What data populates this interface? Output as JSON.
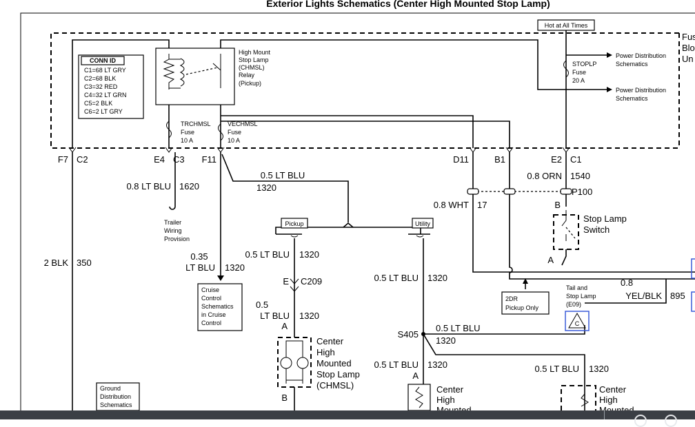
{
  "title": "Exterior Lights Schematics (Center High Mounted Stop Lamp)",
  "hot_label": "Hot at All Times",
  "fuse_block_partial": [
    "Fus",
    "Blo",
    "Un"
  ],
  "conn_id": {
    "header": "CONN ID",
    "rows": [
      "C1=68 LT GRY",
      "C2=68 BLK",
      "C3=32 RED",
      "C4=32 LT GRN",
      "C5=2 BLK",
      "C6=2 LT GRY"
    ]
  },
  "relay_label": [
    "High Mount",
    "Stop Lamp",
    "(CHMSL)",
    "Relay",
    "(Pickup)"
  ],
  "fuse_trchmsl": [
    "TRCHMSL",
    "Fuse",
    "10 A"
  ],
  "fuse_vechmsl": [
    "VECHMSL",
    "Fuse",
    "10 A"
  ],
  "fuse_stoplp": [
    "STOPLP",
    "Fuse",
    "20 A"
  ],
  "power_dist_1": [
    "Power Distribution",
    "Schematics"
  ],
  "power_dist_2": [
    "Power Distribution",
    "Schematics"
  ],
  "pins": {
    "f7": "F7",
    "c2": "C2",
    "e4": "E4",
    "c3": "C3",
    "f11": "F11",
    "d11": "D11",
    "b1": "B1",
    "e2": "E2",
    "c1": "C1"
  },
  "wires": {
    "w350_color": "2 BLK",
    "w350_circuit": "350",
    "w1620_color": "0.8 LT BLU",
    "w1620_circuit": "1620",
    "w1320_top_color": "0.5 LT BLU",
    "w1320_top_circuit": "1320",
    "cruise_color_1": "0.35",
    "cruise_color_2": "LT BLU",
    "cruise_circuit": "1320",
    "orn_color": "0.8 ORN",
    "orn_circuit": "1540",
    "wht_color": "0.8 WHT",
    "wht_circuit": "17",
    "pick_color": "0.5 LT BLU",
    "pick_circuit": "1320",
    "util_color": "0.5 LT BLU",
    "util_circuit": "1320",
    "chm_color_1": "0.5",
    "chm_color_2": "LT BLU",
    "chm_circuit": "1320",
    "s405_right_color": "0.5 LT BLU",
    "s405_right_circuit": "1320",
    "s405_down_color": "0.5 LT BLU",
    "s405_down_circuit": "1320",
    "right_color": "0.5 LT BLU",
    "right_circuit": "1320",
    "yel_color_1": "0.8",
    "yel_color_2": "YEL/BLK",
    "yel_circuit": "895"
  },
  "p100": "P100",
  "pin_b_switch": "B",
  "pin_a_switch": "A",
  "stop_switch": [
    "Stop Lamp",
    "Switch"
  ],
  "trailer": [
    "Trailer",
    "Wiring",
    "Provision"
  ],
  "cruise_box": [
    "Cruise",
    "Control",
    "Schematics",
    "in Cruise",
    "Control"
  ],
  "pickup_tag": "Pickup",
  "utility_tag": "Utility",
  "c209_pin": "E",
  "c209": "C209",
  "pin_a_chmsl": "A",
  "pin_b_chmsl": "B",
  "pin_a_utility": "A",
  "chmsl_label": [
    "Center",
    "High",
    "Mounted",
    "Stop Lamp",
    "(CHMSL)"
  ],
  "chmsl_utility_label": [
    "Center",
    "High",
    "Mounted"
  ],
  "chmsl_right_label": [
    "Center",
    "High",
    "Mounted"
  ],
  "s405": "S405",
  "pickup_2dr": [
    "2DR",
    "Pickup Only"
  ],
  "tail_lamp": [
    "Tail and",
    "Stop Lamp",
    "(E09)"
  ],
  "tail_marker": "C",
  "ground_box": [
    "Ground",
    "Distribution",
    "Schematics"
  ],
  "colors": {
    "line": "#000000",
    "marker_blue": "#3a5bd9",
    "bar": "#3b3f45"
  }
}
